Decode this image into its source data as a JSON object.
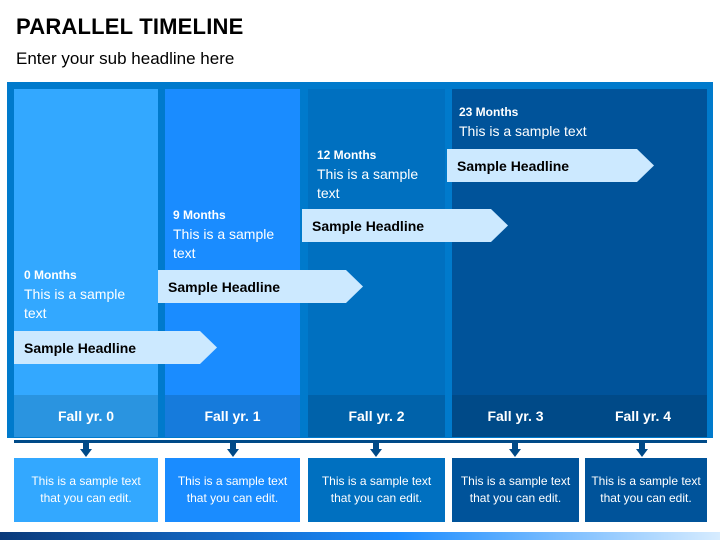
{
  "title": "PARALLEL TIMELINE",
  "subtitle": "Enter your sub headline here",
  "steps": [
    {
      "months": "0 Months",
      "text": "This is a sample text",
      "headline": "Sample Headline"
    },
    {
      "months": "9 Months",
      "text": "This is a sample text",
      "headline": "Sample Headline"
    },
    {
      "months": "12 Months",
      "text": "This is a sample text",
      "headline": "Sample Headline"
    },
    {
      "months": "23 Months",
      "text": "This is a sample text",
      "headline": "Sample Headline"
    }
  ],
  "labels": [
    "Fall yr. 0",
    "Fall yr. 1",
    "Fall yr. 2",
    "Fall yr. 3",
    "Fall yr. 4"
  ],
  "boxes": [
    "This is a sample text that you can edit.",
    "This is a sample text that you can edit.",
    "This is a sample text that you can edit.",
    "This is a sample text that you can edit.",
    "This is a sample text that you can edit."
  ],
  "colors": {
    "col0": "#33a8ff",
    "col1": "#1a8cff",
    "col2": "#0070c0",
    "col3": "#00539a",
    "arrow": "#cce9ff",
    "rule": "#004a88"
  }
}
